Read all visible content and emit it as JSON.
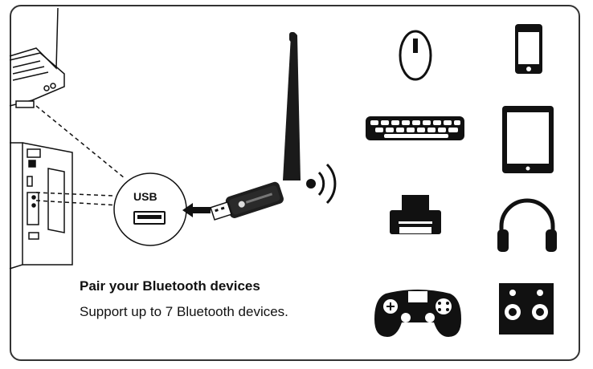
{
  "usb_label": "USB",
  "headline": "Pair your Bluetooth devices",
  "subline": "Support up to 7 Bluetooth devices.",
  "colors": {
    "line": "#111111",
    "frame": "#333333"
  },
  "icons": [
    "laptop-icon",
    "desktop-tower-icon",
    "usb-port-icon",
    "arrow-left-icon",
    "bluetooth-adapter-icon",
    "wireless-signal-icon",
    "mouse-icon",
    "smartphone-icon",
    "keyboard-icon",
    "tablet-icon",
    "printer-icon",
    "headphones-icon",
    "gamepad-icon",
    "speakers-icon"
  ]
}
